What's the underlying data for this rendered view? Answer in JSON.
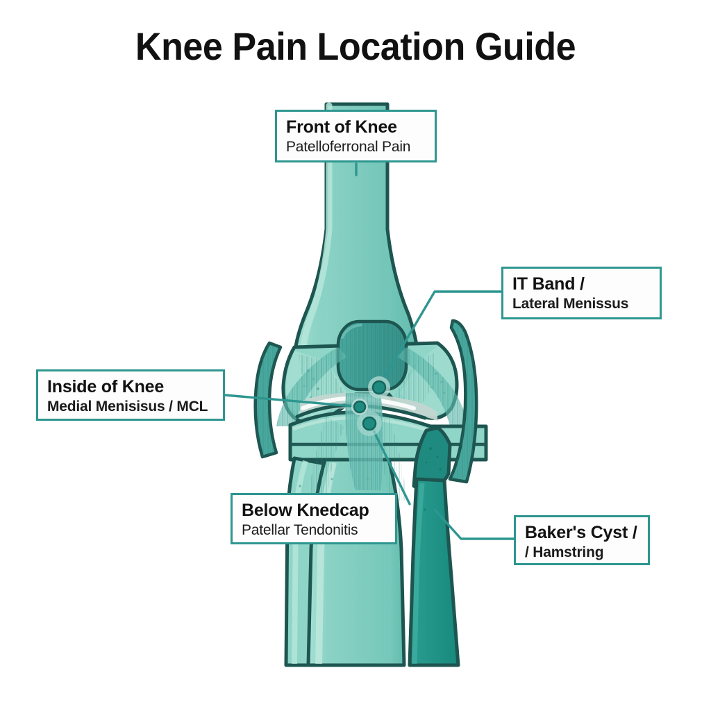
{
  "page": {
    "title": "Knee Pain Location Guide",
    "background_color": "#ffffff"
  },
  "theme": {
    "accent": "#2e9690",
    "outline": "#1d5550",
    "bone_light": "#8fd5c8",
    "bone_mid": "#7bc9bc",
    "bone_dark": "#1f8b80",
    "ligament": "#49a89e",
    "cartilage": "#b9cfc9",
    "text": "#121212"
  },
  "callouts": [
    {
      "id": "front-of-knee",
      "line1": "Front of Knee",
      "line2": "Patelloferronal Pain",
      "bold_second_line": false
    },
    {
      "id": "it-band",
      "line1": "IT Band /",
      "line2": "Lateral Menissus",
      "bold_second_line": true
    },
    {
      "id": "inside-of-knee",
      "line1": "Inside of Knee",
      "line2": "Medial Menisisus / MCL",
      "bold_second_line": true
    },
    {
      "id": "below-kneecap",
      "line1": "Below Knedcap",
      "line2": "Patellar Tendonitis",
      "bold_second_line": false
    },
    {
      "id": "bakers-cyst",
      "line1": "Baker's Cyst /",
      "line2": "/ Hamstring",
      "bold_second_line": true
    }
  ],
  "anatomy": {
    "parts": [
      "femur-shaft",
      "medial-femoral-condyle",
      "lateral-femoral-condyle",
      "patella",
      "joint-space",
      "tibial-plateau",
      "tibia-shaft",
      "fibula",
      "medial-collateral-ligament",
      "lateral-collateral-ligament",
      "patellar-tendon"
    ]
  }
}
